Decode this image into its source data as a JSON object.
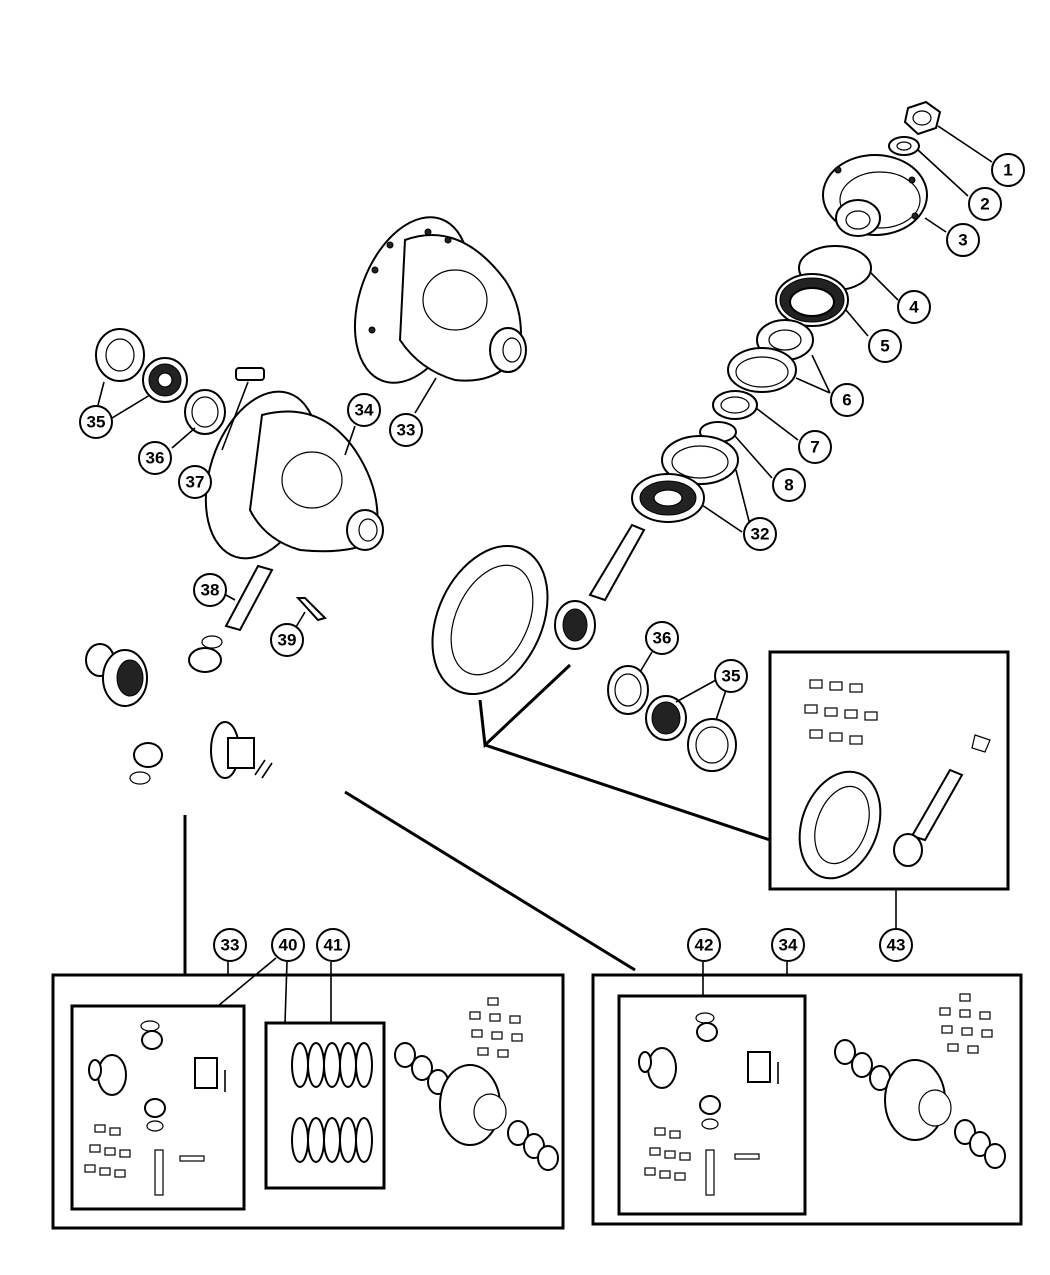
{
  "callouts": [
    {
      "id": "c1",
      "label": "1"
    },
    {
      "id": "c2",
      "label": "2"
    },
    {
      "id": "c3",
      "label": "3"
    },
    {
      "id": "c4",
      "label": "4"
    },
    {
      "id": "c5",
      "label": "5"
    },
    {
      "id": "c6",
      "label": "6"
    },
    {
      "id": "c7",
      "label": "7"
    },
    {
      "id": "c8",
      "label": "8"
    },
    {
      "id": "c32",
      "label": "32"
    },
    {
      "id": "c33",
      "label": "33"
    },
    {
      "id": "c34",
      "label": "34"
    },
    {
      "id": "c35a",
      "label": "35"
    },
    {
      "id": "c36a",
      "label": "36"
    },
    {
      "id": "c37",
      "label": "37"
    },
    {
      "id": "c38",
      "label": "38"
    },
    {
      "id": "c39",
      "label": "39"
    },
    {
      "id": "c36b",
      "label": "36"
    },
    {
      "id": "c35b",
      "label": "35"
    },
    {
      "id": "c33b",
      "label": "33"
    },
    {
      "id": "c40",
      "label": "40"
    },
    {
      "id": "c41",
      "label": "41"
    },
    {
      "id": "c42",
      "label": "42"
    },
    {
      "id": "c34b",
      "label": "34"
    },
    {
      "id": "c43",
      "label": "43"
    }
  ]
}
